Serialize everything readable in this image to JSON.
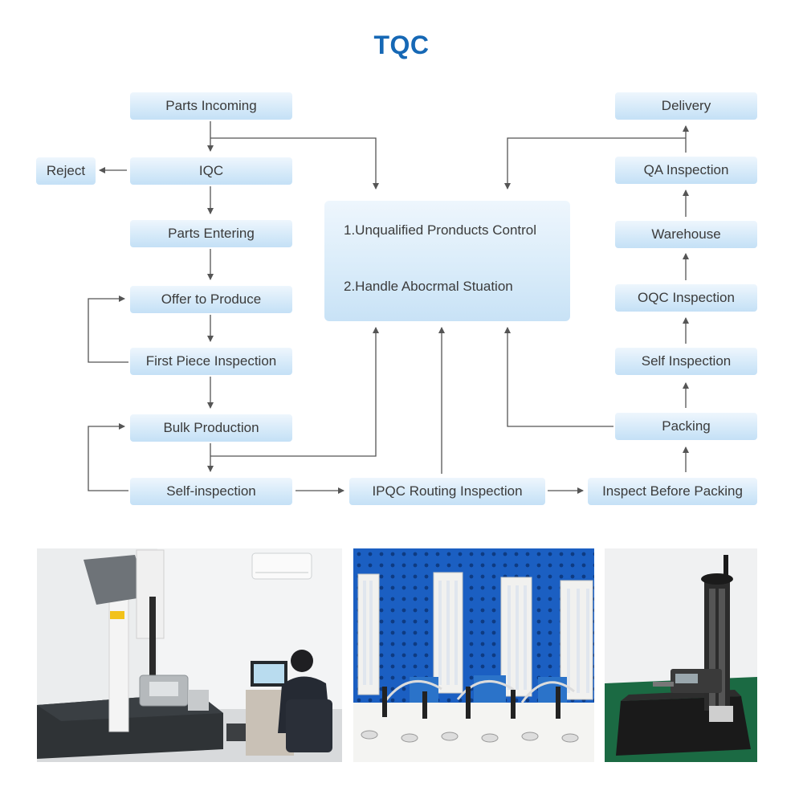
{
  "title": "TQC",
  "flow": {
    "parts_incoming": "Parts Incoming",
    "iqc": "IQC",
    "reject": "Reject",
    "parts_entering": "Parts Entering",
    "offer_to_produce": "Offer to Produce",
    "first_piece_inspection": "First Piece Inspection",
    "bulk_production": "Bulk Production",
    "self_inspection_left": "Self-inspection",
    "ipqc_routing": "IPQC Routing Inspection",
    "inspect_before_packing": "Inspect Before Packing",
    "packing": "Packing",
    "self_inspection_right": "Self Inspection",
    "oqc_inspection": "OQC Inspection",
    "warehouse": "Warehouse",
    "qa_inspection": "QA Inspection",
    "delivery": "Delivery"
  },
  "control": {
    "line1": "1.Unqualified Pronducts Control",
    "line2": "2.Handle Abocrmal Stuation"
  },
  "colors": {
    "title": "#1668b5",
    "box_top": "#eef6fd",
    "box_bottom": "#c4e0f6",
    "arrow": "#555555"
  }
}
